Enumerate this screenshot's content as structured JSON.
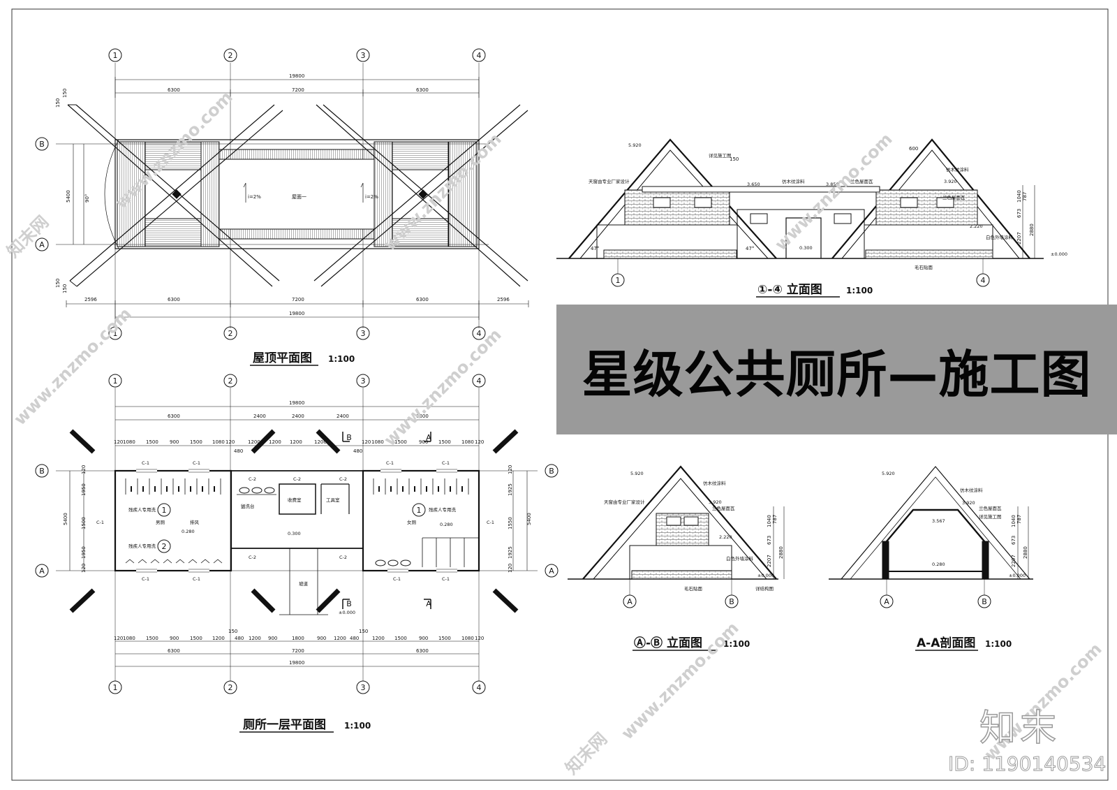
{
  "banner": {
    "title": "星级公共厕所—施工图"
  },
  "axes": {
    "numbers": [
      "1",
      "2",
      "3",
      "4"
    ],
    "letters": [
      "A",
      "B"
    ]
  },
  "roof_plan": {
    "title": "屋顶平面图",
    "scale": "1:100",
    "dims_top": [
      "6300",
      "7200",
      "6300"
    ],
    "dims_overall": "19800",
    "dims_bottom": [
      "2596",
      "6300",
      "7200",
      "6300",
      "2596"
    ],
    "dims_left": [
      "5400",
      "150",
      "150",
      "150",
      "150"
    ],
    "angle": "90°",
    "slope": "i=2%",
    "roof_label": "屋面一"
  },
  "floor_plan": {
    "title": "厕所一层平面图",
    "scale": "1:100",
    "dims_overall": "19800",
    "dims_top": [
      "6300",
      "2400",
      "2400",
      "2400",
      "6300"
    ],
    "dims_sub": [
      "120",
      "1080",
      "1500",
      "900",
      "1500",
      "1080",
      "120",
      "480",
      "1200",
      "1200",
      "1200",
      "1200",
      "480",
      "120",
      "1080",
      "1500",
      "900",
      "1500",
      "1080",
      "120"
    ],
    "dims_bottom": [
      "120",
      "1080",
      "1500",
      "900",
      "1500",
      "1200",
      "150",
      "480",
      "1200",
      "900",
      "1800",
      "900",
      "1200",
      "480",
      "150",
      "1200",
      "1500",
      "900",
      "1500",
      "1080",
      "120"
    ],
    "dims_bottom_main": [
      "6300",
      "7200",
      "6300"
    ],
    "dims_left": [
      "120",
      "1950",
      "1500",
      "1950",
      "120"
    ],
    "dims_right": [
      "120",
      "1925",
      "1550",
      "1925",
      "120"
    ],
    "dims_side": "5400",
    "labels": {
      "c1": "C-1",
      "c2": "C-2",
      "male": "男厕",
      "female": "女厕",
      "accessible": "残疾人专用洗",
      "wash": "盥洗台",
      "duty": "收费室",
      "tool": "工具室",
      "ramp": "坡道",
      "exhaust": "排风",
      "elev_0280": "0.280",
      "elev_0300": "0.300",
      "elev_000": "±0.000",
      "section_a": "A",
      "section_b": "B",
      "circle_1": "1",
      "circle_2": "2"
    }
  },
  "elev_14": {
    "title": "①-④ 立面图",
    "scale": "1:100",
    "elevations": [
      "5.920",
      "3.650",
      "3.850",
      "3.920",
      "2.220",
      "0.300",
      "±0.000"
    ],
    "notes": [
      "详见施工图",
      "天窗由专业厂家设计",
      "仿木纹涂料",
      "兰色屋面瓦",
      "白色外墙涂料",
      "毛石贴面"
    ],
    "dims_right": [
      "1040",
      "673",
      "787",
      "2207",
      "2880",
      "150",
      "600",
      "47°"
    ]
  },
  "elev_ab": {
    "title": "Ⓐ-Ⓑ 立面图",
    "scale": "1:100",
    "elevations": [
      "5.920",
      "3.920",
      "2.220",
      "±0.000"
    ],
    "notes": [
      "天窗由专业厂家设计",
      "仿木纹涂料",
      "兰色屋面瓦",
      "白色外墙涂料",
      "毛石贴面",
      "详结构图"
    ],
    "dims_right": [
      "1040",
      "673",
      "787",
      "2207",
      "2880"
    ]
  },
  "section_aa": {
    "title": "A-A剖面图",
    "scale": "1:100",
    "elevations": [
      "5.920",
      "3.920",
      "3.567",
      "0.280",
      "±0.000"
    ],
    "notes": [
      "仿木纹涂料",
      "兰色屋面瓦",
      "详见施工图"
    ],
    "dims_right": [
      "1040",
      "673",
      "787",
      "2207",
      "2880"
    ]
  },
  "watermark": {
    "text": "www.znzmo.com",
    "brand": "知末网"
  },
  "logo": {
    "text": "知末",
    "id_label": "ID: 1190140534"
  }
}
